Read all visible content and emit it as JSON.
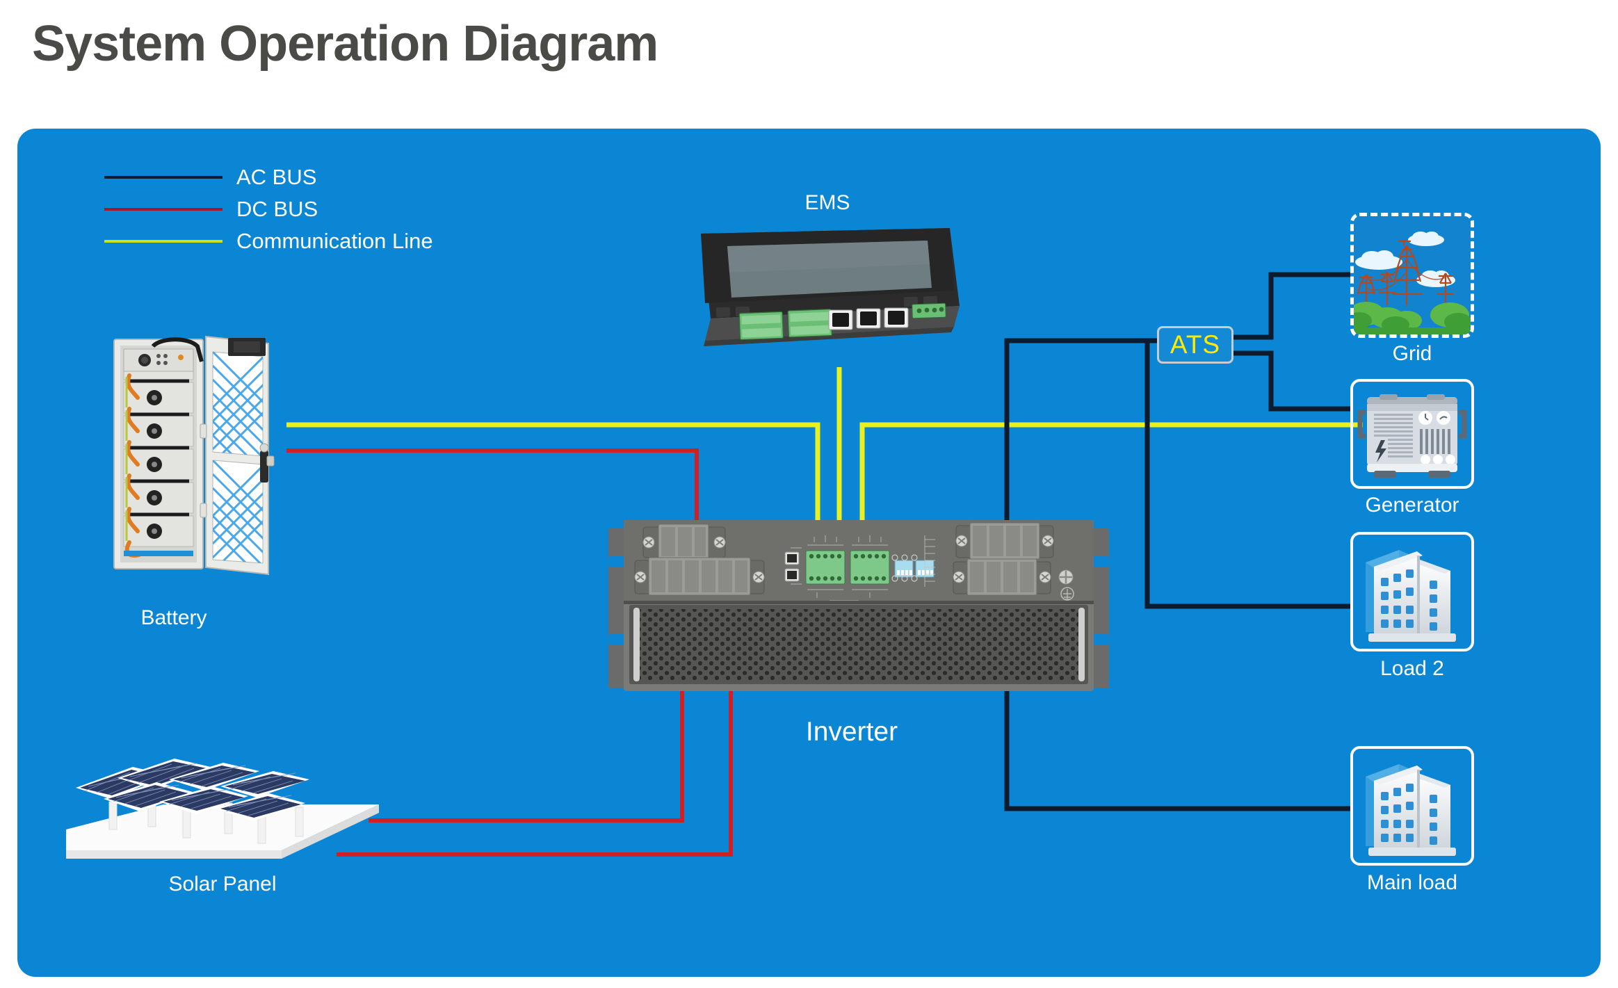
{
  "page": {
    "title": "System Operation Diagram",
    "title_color": "#4a4a47",
    "panel_color": "#0b86d4",
    "label_color": "#ffffff"
  },
  "legend": {
    "items": [
      {
        "label": "AC BUS",
        "color": "#0d1b2e",
        "icon": "line-swatch-icon"
      },
      {
        "label": "DC BUS",
        "color": "#9e1b32",
        "icon": "line-swatch-icon"
      },
      {
        "label": "Communication Line",
        "color": "#c8e01e",
        "icon": "line-swatch-icon"
      }
    ]
  },
  "nodes": {
    "ems": {
      "label": "EMS",
      "icon": "ems-touch-panel-icon"
    },
    "battery": {
      "label": "Battery",
      "icon": "battery-cabinet-icon"
    },
    "solar": {
      "label": "Solar Panel",
      "icon": "solar-array-icon"
    },
    "inverter": {
      "label": "Inverter",
      "icon": "rack-inverter-icon"
    },
    "ats": {
      "label": "ATS",
      "text_color": "#ffeb00",
      "border_color": "#c6ccd2"
    },
    "grid": {
      "label": "Grid",
      "icon": "power-grid-towers-icon"
    },
    "generator": {
      "label": "Generator",
      "icon": "diesel-generator-icon"
    },
    "load2": {
      "label": "Load 2",
      "icon": "buildings-icon"
    },
    "main_load": {
      "label": "Main load",
      "icon": "buildings-icon"
    }
  },
  "wire_colors": {
    "ac": "#0d1b2e",
    "dc": "#cf2026",
    "dc_legend": "#9e1b32",
    "comm": "#e8f020"
  },
  "connections": [
    {
      "from": "ems",
      "to": "inverter",
      "type": "comm"
    },
    {
      "from": "battery",
      "to": "inverter",
      "type": "comm"
    },
    {
      "from": "battery",
      "to": "inverter",
      "type": "dc"
    },
    {
      "from": "solar",
      "to": "inverter",
      "type": "dc"
    },
    {
      "from": "generator",
      "to": "inverter",
      "type": "comm"
    },
    {
      "from": "inverter",
      "to": "ats",
      "type": "ac"
    },
    {
      "from": "ats",
      "to": "grid",
      "type": "ac"
    },
    {
      "from": "ats",
      "to": "generator",
      "type": "ac"
    },
    {
      "from": "inverter",
      "to": "load2",
      "type": "ac"
    },
    {
      "from": "inverter",
      "to": "main_load",
      "type": "ac"
    }
  ]
}
